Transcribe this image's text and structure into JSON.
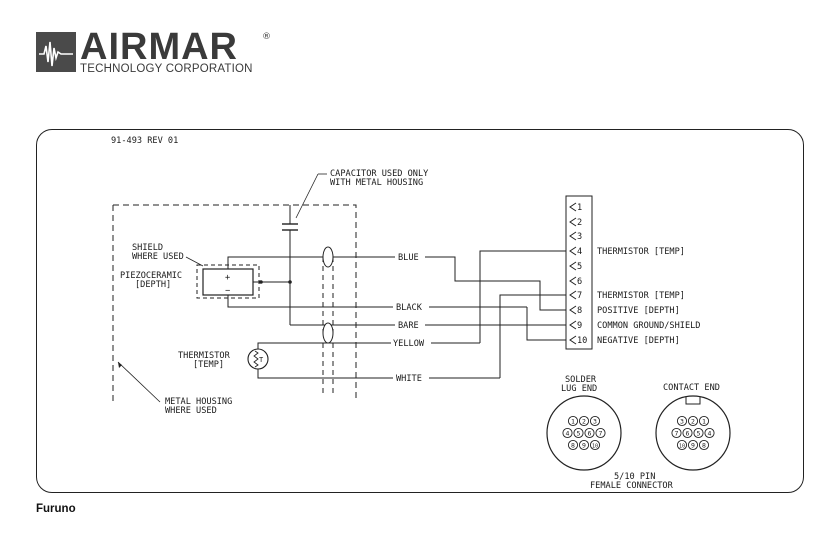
{
  "brand": {
    "name": "AIRMAR",
    "registered": "®",
    "subtitle": "TECHNOLOGY CORPORATION"
  },
  "drawing_number": "91-493 REV 01",
  "notes": {
    "capacitor": [
      "CAPACITOR USED ONLY",
      "WITH METAL HOUSING"
    ],
    "shield": [
      "SHIELD",
      "WHERE USED"
    ],
    "piezo": [
      "PIEZOCERAMIC",
      "[DEPTH]"
    ],
    "thermistor": [
      "THERMISTOR",
      "[TEMP]"
    ],
    "housing": [
      "METAL HOUSING",
      "WHERE USED"
    ],
    "plus": "+",
    "minus": "−",
    "t_mark": "T"
  },
  "wires": [
    "BLUE",
    "BLACK",
    "BARE",
    "YELLOW",
    "WHITE"
  ],
  "pins": [
    "1",
    "2",
    "3",
    "4",
    "5",
    "6",
    "7",
    "8",
    "9",
    "10"
  ],
  "pin_functions": [
    {
      "pin": "4",
      "label": "THERMISTOR [TEMP]"
    },
    {
      "pin": "7",
      "label": "THERMISTOR [TEMP]"
    },
    {
      "pin": "8",
      "label": "POSITIVE [DEPTH]"
    },
    {
      "pin": "9",
      "label": "COMMON GROUND/SHIELD"
    },
    {
      "pin": "10",
      "label": "NEGATIVE [DEPTH]"
    }
  ],
  "connectors": {
    "solder": [
      "SOLDER",
      "LUG END"
    ],
    "contact": "CONTACT END",
    "caption": [
      "5/10 PIN",
      "FEMALE CONNECTOR"
    ],
    "solder_pins": [
      [
        "1",
        "2",
        "3"
      ],
      [
        "4",
        "5",
        "6",
        "7"
      ],
      [
        "8",
        "9",
        "10"
      ]
    ],
    "contact_pins": [
      [
        "3",
        "2",
        "1"
      ],
      [
        "7",
        "6",
        "5",
        "4"
      ],
      [
        "10",
        "9",
        "8"
      ]
    ]
  },
  "footer": "Furuno"
}
